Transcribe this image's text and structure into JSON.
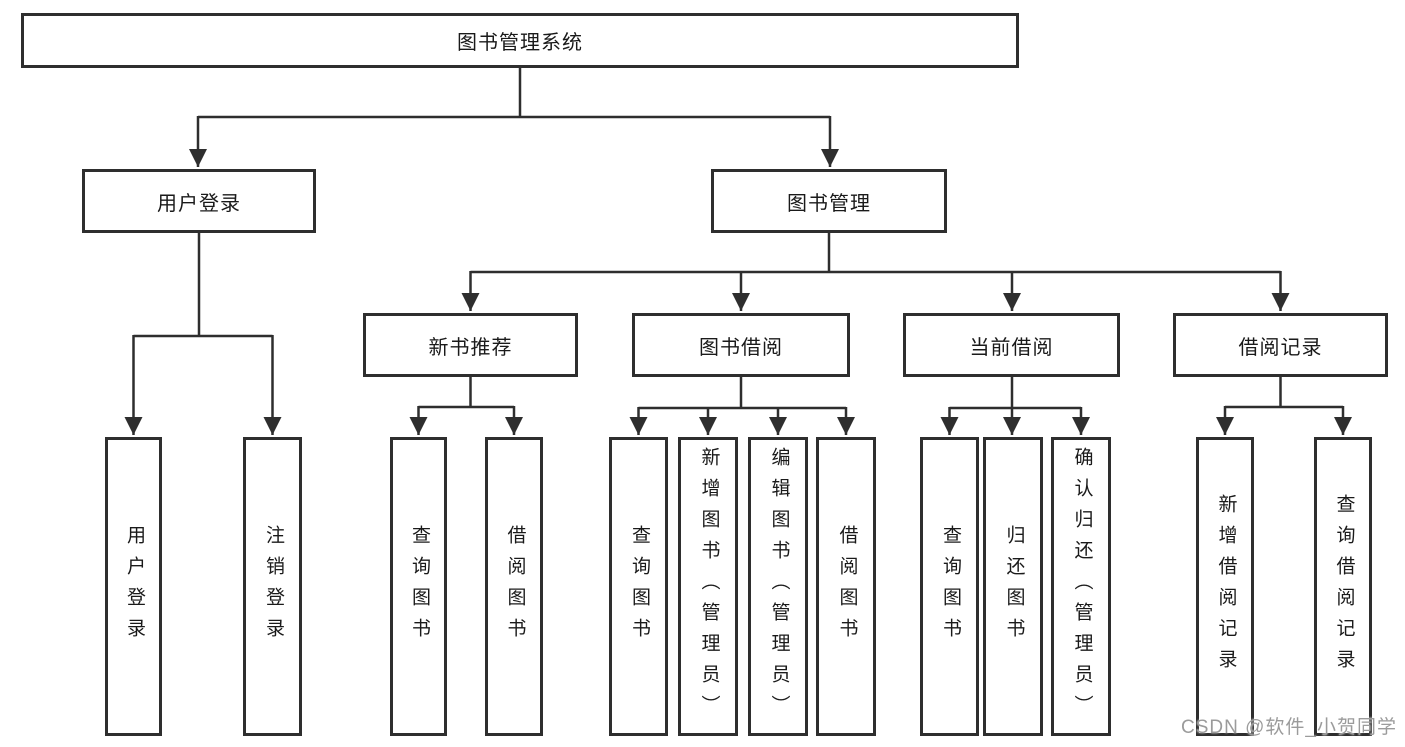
{
  "diagram": {
    "root": {
      "label": "图书管理系统"
    },
    "branches": [
      {
        "label": "用户登录",
        "children": [
          {
            "label": "用户登录"
          },
          {
            "label": "注销登录"
          }
        ]
      },
      {
        "label": "图书管理",
        "children": [
          {
            "label": "新书推荐",
            "children": [
              {
                "label": "查询图书"
              },
              {
                "label": "借阅图书"
              }
            ]
          },
          {
            "label": "图书借阅",
            "children": [
              {
                "label": "查询图书"
              },
              {
                "label": "新增图书（管理员）"
              },
              {
                "label": "编辑图书（管理员）"
              },
              {
                "label": "借阅图书"
              }
            ]
          },
          {
            "label": "当前借阅",
            "children": [
              {
                "label": "查询图书"
              },
              {
                "label": "归还图书"
              },
              {
                "label": "确认归还（管理员）"
              }
            ]
          },
          {
            "label": "借阅记录",
            "children": [
              {
                "label": "新增借阅记录"
              },
              {
                "label": "查询借阅记录"
              }
            ]
          }
        ]
      }
    ]
  },
  "watermark": {
    "text": "CSDN @软件_小贺同学"
  },
  "colors": {
    "background": "#ffffff",
    "line": "#2e2e2e",
    "box_border": "#2e2e2e",
    "box_fill": "#ffffff",
    "text": "#1a1a1a",
    "watermark_text": "#9b9b9b"
  }
}
